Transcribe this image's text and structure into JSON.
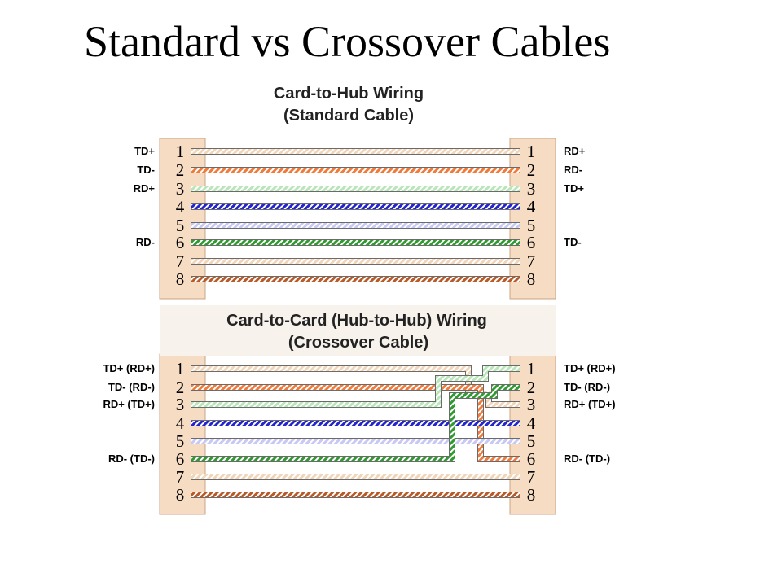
{
  "title": "Standard vs Crossover Cables",
  "standard": {
    "heading_line1": "Card-to-Hub Wiring",
    "heading_line2": "(Standard Cable)",
    "left_labels": {
      "1": "TD+",
      "2": "TD-",
      "3": "RD+",
      "6": "RD-"
    },
    "right_labels": {
      "1": "RD+",
      "2": "RD-",
      "3": "TD+",
      "6": "TD-"
    }
  },
  "crossover": {
    "heading_line1": "Card-to-Card (Hub-to-Hub) Wiring",
    "heading_line2": "(Crossover Cable)",
    "left_labels": {
      "1": "TD+ (RD+)",
      "2": "TD- (RD-)",
      "3": "RD+ (TD+)",
      "6": "RD- (TD-)"
    },
    "right_labels": {
      "1": "TD+ (RD+)",
      "2": "TD- (RD-)",
      "3": "RD+ (TD+)",
      "6": "RD- (TD-)"
    }
  },
  "pins": [
    "1",
    "2",
    "3",
    "4",
    "5",
    "6",
    "7",
    "8"
  ],
  "wire_colors": {
    "1": {
      "color": "#f2d5b8",
      "striped": true
    },
    "2": {
      "color": "#f07a3a",
      "striped": true
    },
    "3": {
      "color": "#b8e6b8",
      "striped": true
    },
    "4": {
      "color": "#2424cc",
      "striped": true
    },
    "5": {
      "color": "#c8c8f5",
      "striped": true
    },
    "6": {
      "color": "#2f9a2f",
      "striped": true
    },
    "7": {
      "color": "#f2d5b8",
      "striped": true
    },
    "8": {
      "color": "#b85a28",
      "striped": true
    }
  },
  "connector_color": "#f7dcc4"
}
